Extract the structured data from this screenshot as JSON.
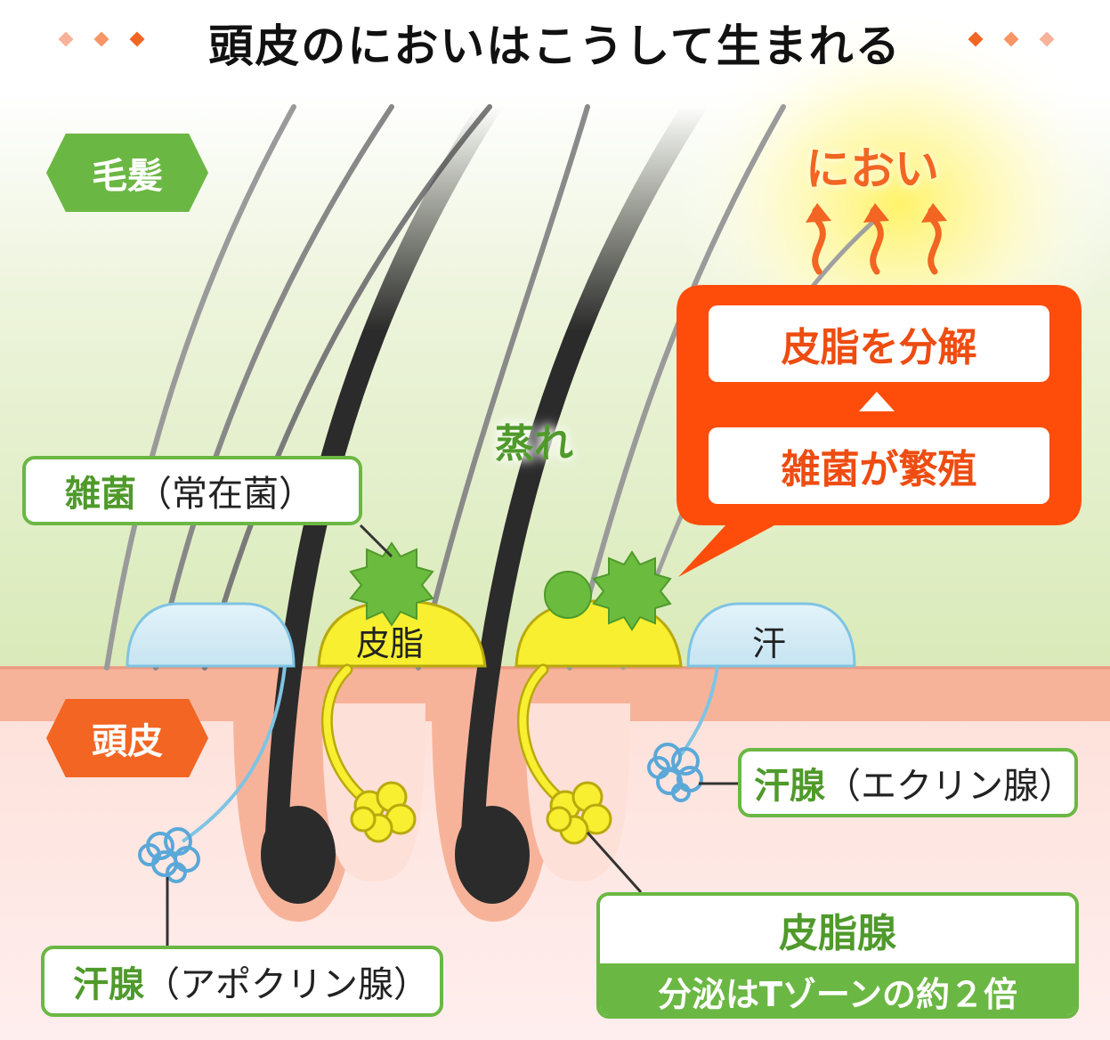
{
  "title": "頭皮のにおいはこうして生まれる",
  "colors": {
    "green_label": "#6bb743",
    "green_text": "#4f9a2b",
    "orange_label": "#f26522",
    "callout": "#fe4d0a",
    "sebum": "#f7ef2f",
    "sweat": "#cde8f3",
    "scalp": "#f7b39a"
  },
  "labels": {
    "hair": "毛髪",
    "scalp": "頭皮",
    "odor": "におい",
    "steam": "蒸れ",
    "sebum": "皮脂",
    "sweat": "汗",
    "bacteria_main": "雑菌",
    "bacteria_paren": "（常在菌）",
    "eccrine_main": "汗腺",
    "eccrine_paren": "（エクリン腺）",
    "apocrine_main": "汗腺",
    "apocrine_paren": "（アポクリン腺）",
    "sebaceous_title": "皮脂腺",
    "sebaceous_note": "分泌はTゾーンの約２倍"
  },
  "callout": {
    "top": "皮脂を分解",
    "bottom": "雑菌が繁殖"
  },
  "icons": {
    "title_decor": "diamond-icon",
    "odor_waves": "wavy-arrow-up-icon",
    "bacteria": "bacteria-blob-icon",
    "gland": "coiled-gland-icon"
  }
}
